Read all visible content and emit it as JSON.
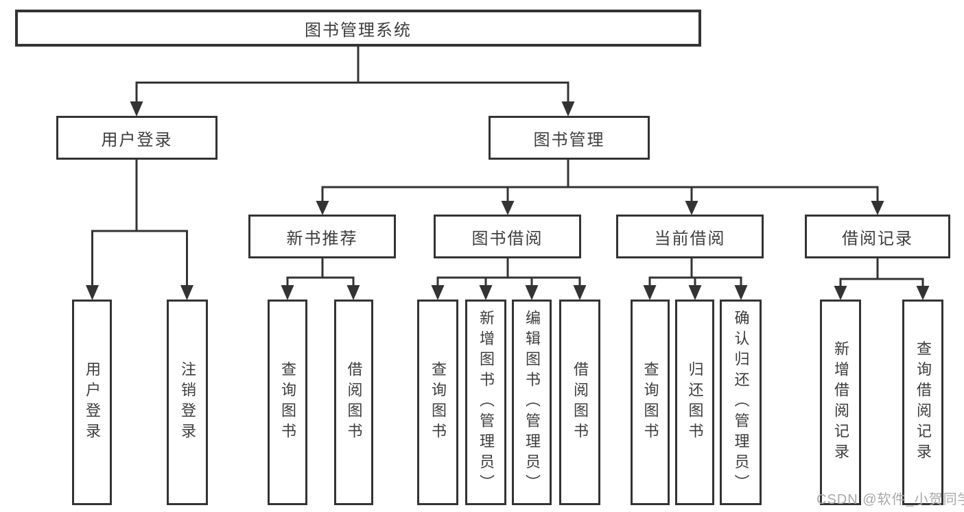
{
  "tree": {
    "label": "图书管理系统",
    "children": [
      {
        "label": "用户登录",
        "children": [
          {
            "label": "用户登录"
          },
          {
            "label": "注销登录"
          }
        ]
      },
      {
        "label": "图书管理",
        "children": [
          {
            "label": "新书推荐",
            "children": [
              {
                "label": "查询图书"
              },
              {
                "label": "借阅图书"
              }
            ]
          },
          {
            "label": "图书借阅",
            "children": [
              {
                "label": "查询图书"
              },
              {
                "label": "新增图书（管理员）"
              },
              {
                "label": "编辑图书（管理员）"
              },
              {
                "label": "借阅图书"
              }
            ]
          },
          {
            "label": "当前借阅",
            "children": [
              {
                "label": "查询图书"
              },
              {
                "label": "归还图书"
              },
              {
                "label": "确认归还（管理员）"
              }
            ]
          },
          {
            "label": "借阅记录",
            "children": [
              {
                "label": "新增借阅记录"
              },
              {
                "label": "查询借阅记录"
              }
            ]
          }
        ]
      }
    ]
  },
  "watermark": {
    "text": "CSDN @软件_小贺同学"
  },
  "colors": {
    "line": "#333333",
    "text": "#3d3d3d",
    "watermark": "#a9a9a9",
    "background": "#ffffff"
  }
}
